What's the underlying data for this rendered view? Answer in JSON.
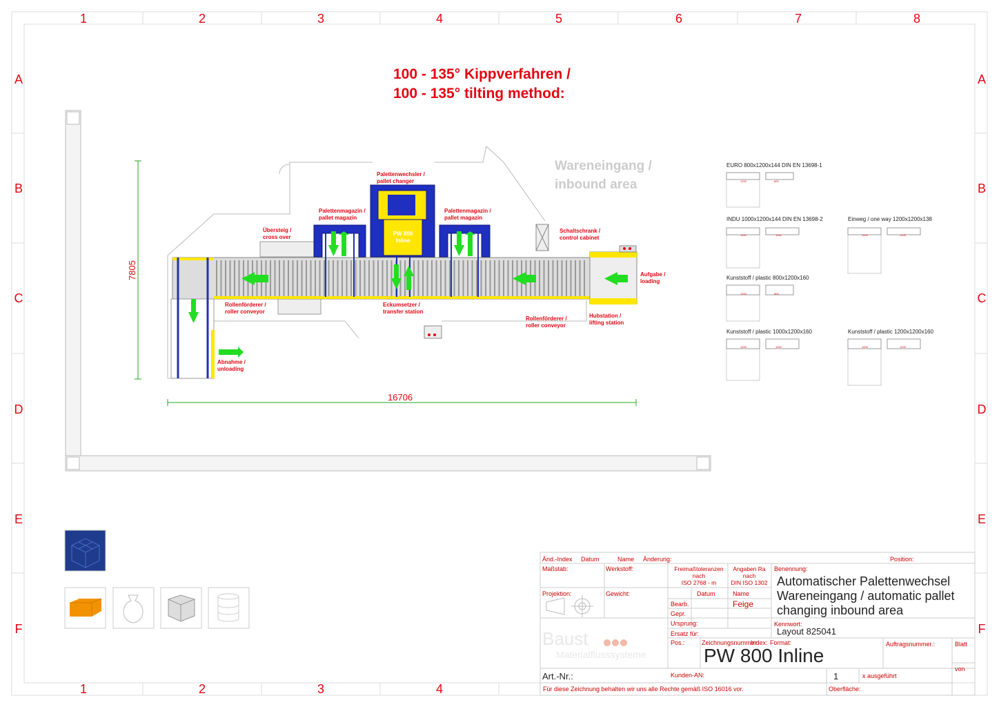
{
  "grid": {
    "columns": [
      "1",
      "2",
      "3",
      "4",
      "5",
      "6",
      "7",
      "8"
    ],
    "rows": [
      "A",
      "B",
      "C",
      "D",
      "E",
      "F"
    ]
  },
  "title": {
    "line1": "100 - 135° Kippverfahren /",
    "line2": "100 - 135° tilting method:"
  },
  "area_label": {
    "line1": "Wareneingang /",
    "line2": "inbound area"
  },
  "dimensions": {
    "height": "7805",
    "width": "16706"
  },
  "machine_text": {
    "line1": "PW 800",
    "line2": "Inline"
  },
  "labels": {
    "pallet_changer": {
      "line1": "Palettenwechsler /",
      "line2": "pallet changer"
    },
    "magazine_left": {
      "line1": "Palettenmagazin /",
      "line2": "pallet magazin"
    },
    "magazine_right": {
      "line1": "Palettenmagazin /",
      "line2": "pallet magazin"
    },
    "cross_over": {
      "line1": "Übersteig /",
      "line2": "cross over"
    },
    "control_cabinet": {
      "line1": "Schaltschrank /",
      "line2": "control cabinet"
    },
    "loading": {
      "line1": "Aufgabe /",
      "line2": "loading"
    },
    "roller_conveyor_left": {
      "line1": "Rollenförderer /",
      "line2": "roller conveyor"
    },
    "transfer_station": {
      "line1": "Eckumsetzer /",
      "line2": "transfer station"
    },
    "roller_conveyor_right": {
      "line1": "Rollenförderer /",
      "line2": "roller conveyor"
    },
    "lifting_station": {
      "line1": "Hubstation /",
      "line2": "lifting station"
    },
    "unloading": {
      "line1": "Abnahme /",
      "line2": "unloading"
    }
  },
  "pallet_types": [
    {
      "label": "EURO 800x1200x144  DIN EN 13698-1",
      "dims": [
        "1200",
        "800",
        "144"
      ]
    },
    {
      "label": "INDU 1000x1200x144  DIN EN 13698-2",
      "dims": [
        "1200",
        "1000",
        "144"
      ]
    },
    {
      "label": "Einweg / one way 1200x1200x138",
      "dims": [
        "1200",
        "1200",
        "138"
      ]
    },
    {
      "label": "Kunststoff / plastic 800x1200x160",
      "dims": [
        "1200",
        "800",
        "160"
      ]
    },
    {
      "label": "Kunststoff / plastic 1000x1200x160",
      "dims": [
        "1200",
        "1000",
        "160"
      ]
    },
    {
      "label": "Kunststoff / plastic 1200x1200x160",
      "dims": [
        "1200",
        "1200",
        "160"
      ]
    }
  ],
  "title_block": {
    "aend_index": "Änd.-Index",
    "datum": "Datum",
    "name": "Name",
    "aenderung": "Änderung:",
    "position": "Position:",
    "massstab": "Maßstab:",
    "werkstoff": "Werkstoff:",
    "freimass": [
      "Freimaßtoleranzen",
      "nach",
      "ISO 2768 - m"
    ],
    "angaben": [
      "Angaben Ra",
      "nach",
      "DIN ISO 1302"
    ],
    "benennung": "Benennung:",
    "benennung_value": [
      "Automatischer Palettenwechsel",
      "Wareneingang / automatic pallet",
      "changing inbound area"
    ],
    "projektion": "Projektion:",
    "gewicht": "Gewicht:",
    "datum2": "Datum",
    "name2": "Name",
    "bearb": "Bearb.",
    "bearb_name": "Feige",
    "gepr": "Gepr.",
    "ursprung": "Ursprung:",
    "ersatz": "Ersatz für:",
    "kennwort": "Kennwort:",
    "kennwort_value": "Layout 825041",
    "pos": "Pos.:",
    "zeichnungsnummer": "Zeichnungsnummer:",
    "index": "Index:",
    "format": "Format:",
    "auftragsnummer": "Auftragsnummer.:",
    "blatt": "Blatt",
    "von": "von",
    "drawing_number": "PW 800 Inline",
    "art_nr": "Art.-Nr.:",
    "kunden_an": "Kunden-AN:",
    "count": "1",
    "ausgefuehrt": "x ausgeführt",
    "rights": "Für diese Zeichnung behalten wir uns alle Rechte gemäß ISO 16016 vor.",
    "oberflaeche": "Oberfläche:",
    "logo_main": "Baust",
    "logo_sub": "Materialflusssysteme"
  },
  "colors": {
    "red": "#e30613",
    "blue": "#1f2fbf",
    "yellow": "#ffe600",
    "green": "#22dd22",
    "orange": "#f39200"
  },
  "icons": [
    "pallet-load-icon-selected",
    "box-icon",
    "sack-icon",
    "big-bag-icon",
    "barrel-icon"
  ]
}
